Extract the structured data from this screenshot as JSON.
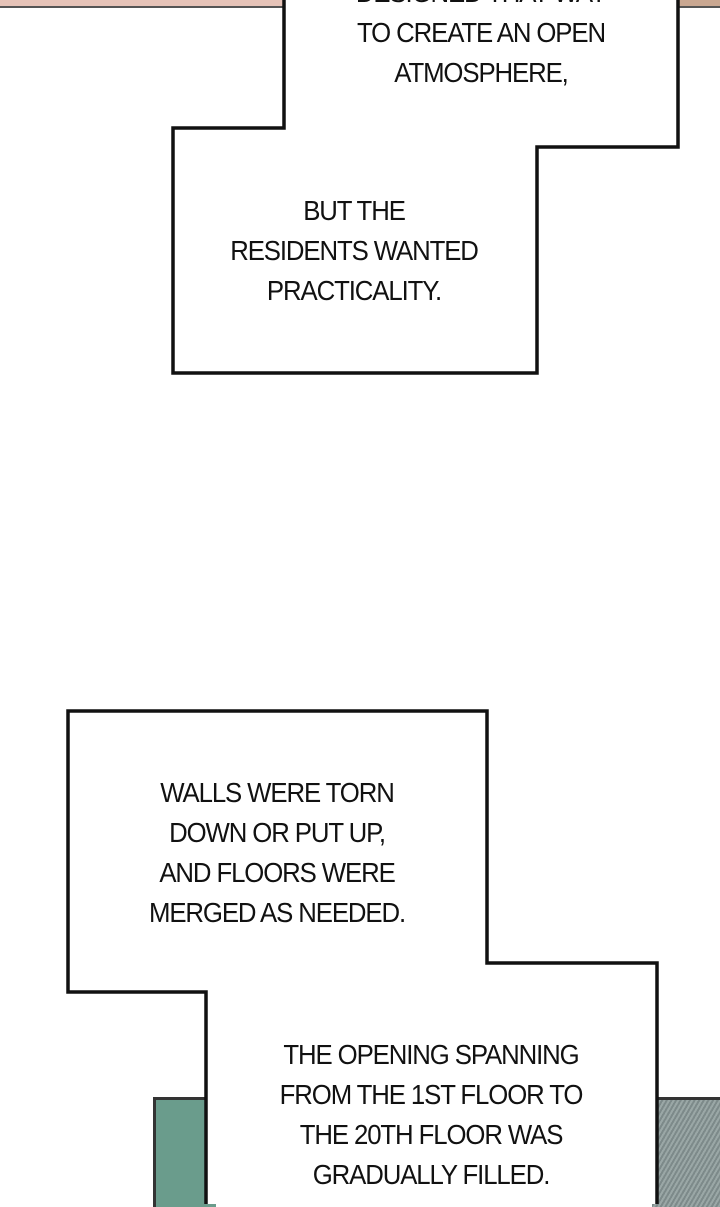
{
  "captions": [
    {
      "lines": [
        "DESIGNED THAT WAY",
        "TO CREATE AN OPEN",
        "ATMOSPHERE,"
      ]
    },
    {
      "lines": [
        "BUT THE",
        "RESIDENTS WANTED",
        "PRACTICALITY."
      ]
    },
    {
      "lines": [
        "WALLS WERE TORN",
        "DOWN OR PUT UP,",
        "AND FLOORS WERE",
        "MERGED AS NEEDED."
      ]
    },
    {
      "lines": [
        "THE OPENING SPANNING",
        "FROM THE 1ST FLOOR TO",
        "THE 20TH FLOOR WAS",
        "GRADUALLY FILLED."
      ]
    }
  ],
  "colors": {
    "top_strip_left": "#e6c3b8",
    "top_strip_right": "#c9a791",
    "panel_left": "#6a9c8c",
    "panel_right": "#7d8a8a",
    "border": "#111111"
  }
}
